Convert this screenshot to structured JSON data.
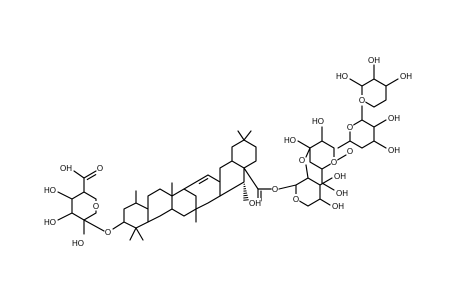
{
  "labels": {
    "oh": "OH",
    "ho": "HO",
    "o": "O"
  }
}
